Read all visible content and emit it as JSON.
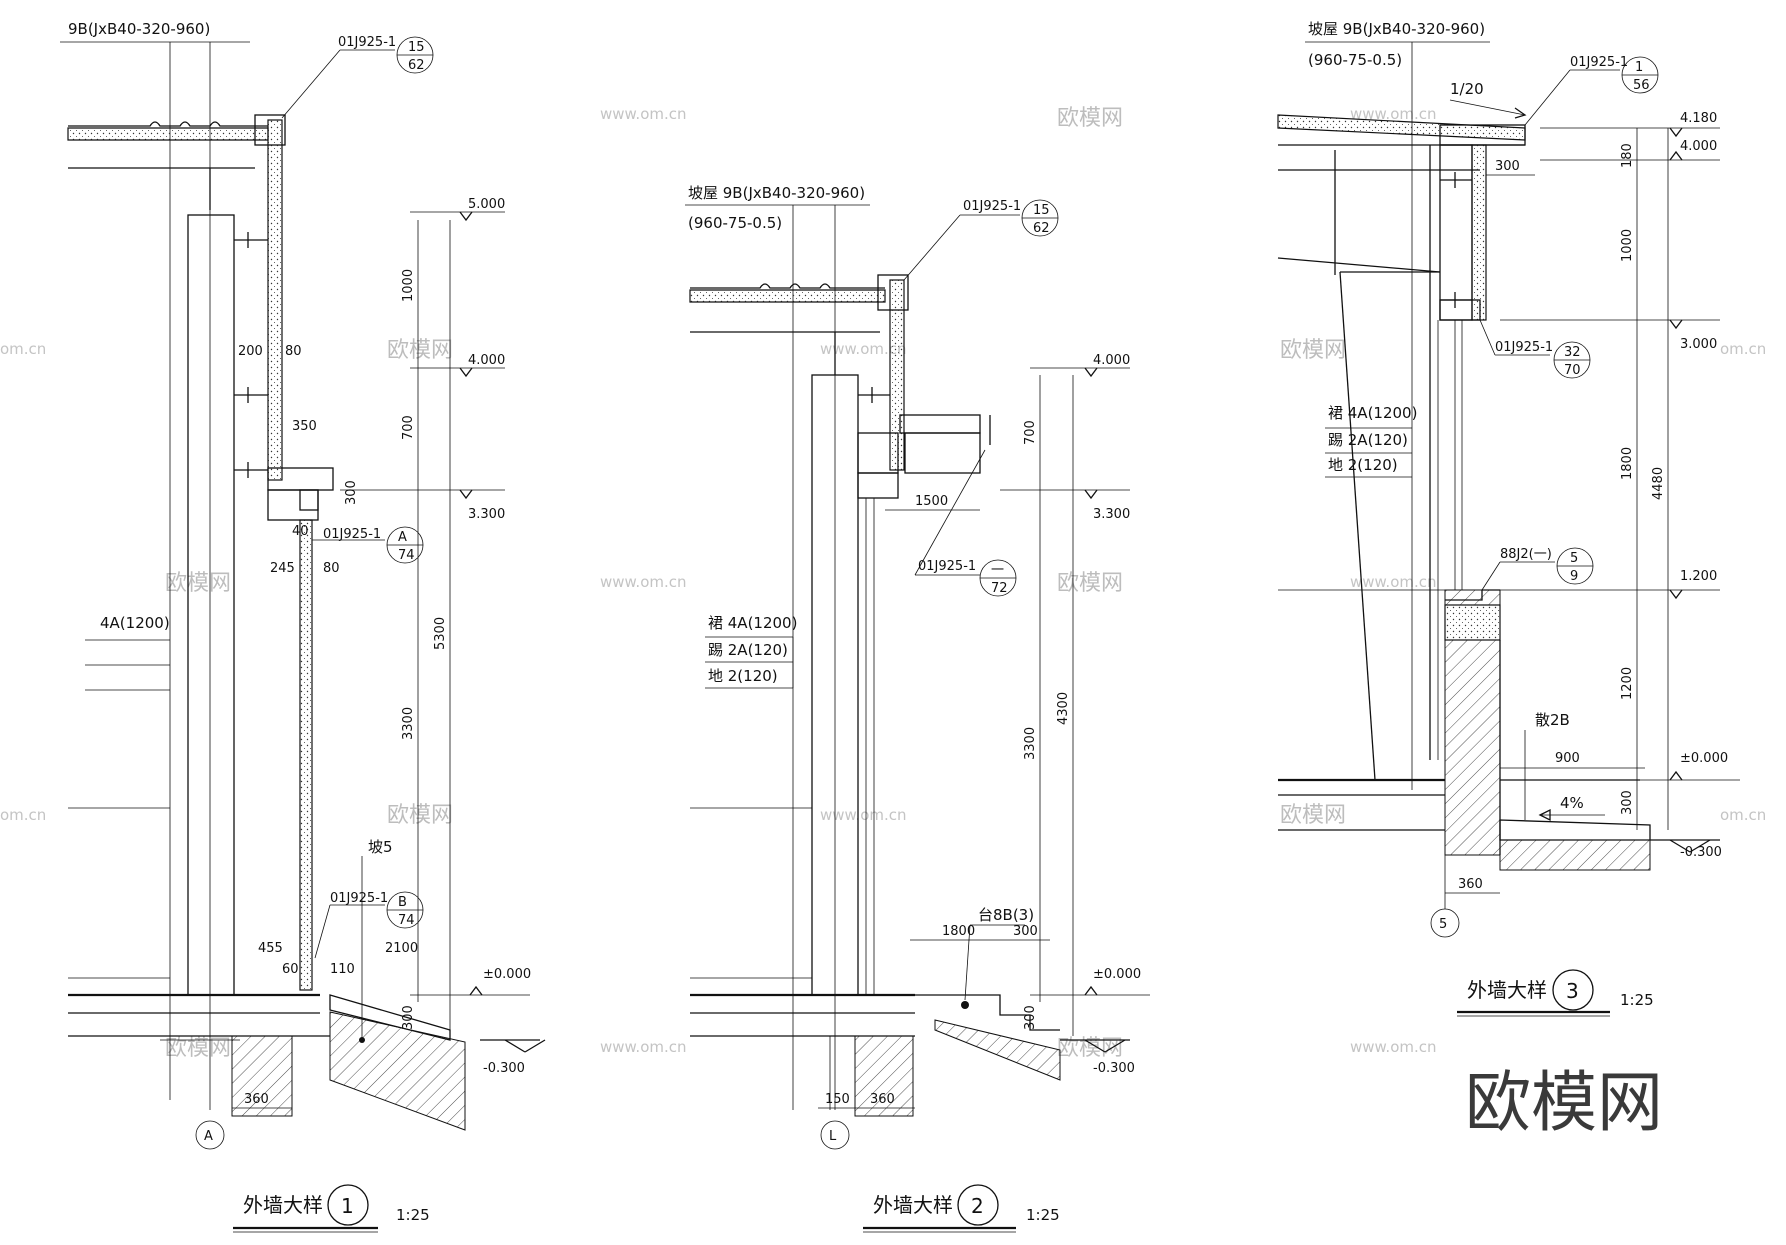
{
  "watermark": {
    "brand": "欧模网",
    "url": "www.om.cn",
    "url_short": "om.cn"
  },
  "details": [
    {
      "title": "外墙大样",
      "number": "1",
      "scale": "1:25",
      "roof_label": "9B(JxB40-320-960)",
      "wall_label": "4A(1200)",
      "refs": [
        {
          "code": "01J925-1",
          "top": "15",
          "bottom": "62"
        },
        {
          "code": "01J925-1",
          "top": "A",
          "bottom": "74"
        },
        {
          "code": "01J925-1",
          "top": "B",
          "bottom": "74"
        }
      ],
      "dims": [
        "1000",
        "700",
        "3300",
        "5300",
        "300",
        "200",
        "80",
        "350",
        "40",
        "245",
        "80",
        "455",
        "2100",
        "60",
        "110",
        "300",
        "360"
      ],
      "levels": [
        "5.000",
        "4.000",
        "3.300",
        "±0.000",
        "-0.300"
      ],
      "slope_label": "坡5",
      "axis": "A"
    },
    {
      "title": "外墙大样",
      "number": "2",
      "scale": "1:25",
      "roof_label": "坡屋 9B(JxB40-320-960)",
      "roof_label_2": "(960-75-0.5)",
      "wall_labels": [
        "裙 4A(1200)",
        "踢 2A(120)",
        "地 2(120)"
      ],
      "refs": [
        {
          "code": "01J925-1",
          "top": "15",
          "bottom": "62"
        },
        {
          "code": "01J925-1",
          "top": "一",
          "bottom": "72"
        }
      ],
      "dims": [
        "700",
        "1500",
        "3300",
        "4300",
        "1800",
        "300",
        "300",
        "150",
        "360"
      ],
      "levels": [
        "4.000",
        "3.300",
        "±0.000",
        "-0.300"
      ],
      "step_label": "台8B(3)",
      "axis": "L"
    },
    {
      "title": "外墙大样",
      "number": "3",
      "scale": "1:25",
      "roof_label": "坡屋 9B(JxB40-320-960)",
      "roof_label_2": "(960-75-0.5)",
      "slope": "1/20",
      "wall_labels": [
        "裙 4A(1200)",
        "踢 2A(120)",
        "地 2(120)"
      ],
      "refs": [
        {
          "code": "01J925-1",
          "top": "1",
          "bottom": "56"
        },
        {
          "code": "01J925-1",
          "top": "32",
          "bottom": "70"
        },
        {
          "code": "88J2(一)",
          "top": "5",
          "bottom": "9"
        }
      ],
      "dims": [
        "300",
        "180",
        "1000",
        "1800",
        "4480",
        "1200",
        "300",
        "900",
        "360"
      ],
      "levels": [
        "4.180",
        "4.000",
        "3.000",
        "1.200",
        "±0.000",
        "-0.300"
      ],
      "apron_label": "散2B",
      "apron_slope": "4%",
      "axis": "5"
    }
  ]
}
